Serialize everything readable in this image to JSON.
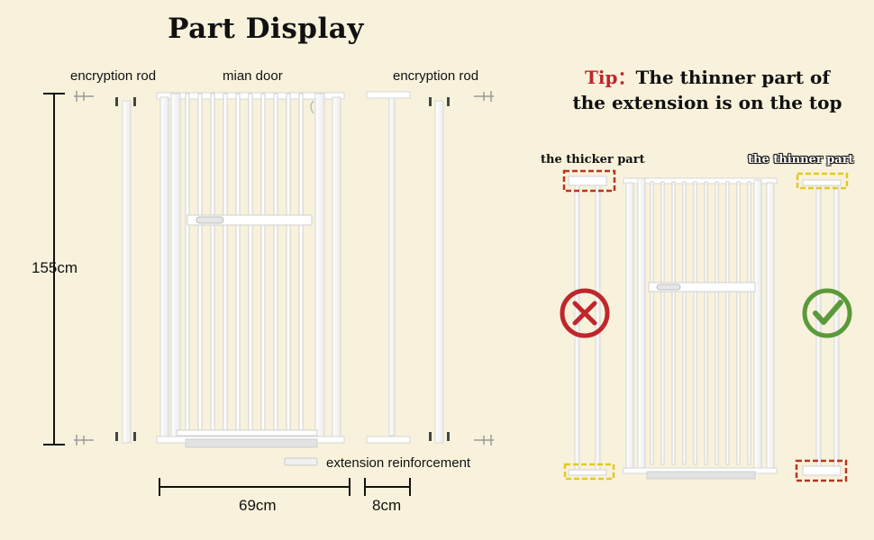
{
  "heading": {
    "title": "Part Display"
  },
  "part_display": {
    "labels": {
      "left_rod": "encryption rod",
      "main_door": "mian door",
      "right_rod": "encryption rod",
      "reinforcement": "extension reinforcement"
    },
    "dimensions": {
      "height": "155cm",
      "width_main": "69cm",
      "width_extension": "8cm"
    }
  },
  "tip": {
    "prefix": "Tip",
    "separator": "：",
    "line1": "The thinner part of",
    "line2": "the extension is on the top"
  },
  "comparison": {
    "wrong_label": "the thicker part",
    "right_label": "the thinner part"
  },
  "colors": {
    "background": "#f8f2dc",
    "gate": "#ffffff",
    "wrong": "#c0262c",
    "right": "#5a9a3a",
    "highlight_bad": "#b8361e",
    "highlight_good": "#e2c827"
  }
}
